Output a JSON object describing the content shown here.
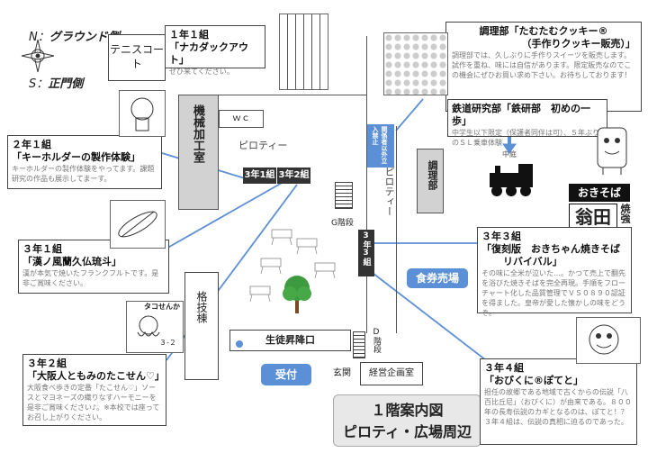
{
  "compass": {
    "north": "N：",
    "north_label": "グラウンド側",
    "south": "S：",
    "south_label": "正門側"
  },
  "areas": {
    "tennis": "テニスコート",
    "machine": "機械加工室",
    "wc": "ｗｃ",
    "piloti_h": "ピロティー",
    "piloti_v": "ピロティー",
    "class_3_1": "3年1組",
    "class_3_2": "3年2組",
    "class_3_3": "3年3組",
    "staff_only": "関係者以外立入禁止",
    "cooking": "調理部",
    "g_stairs": "G階段",
    "kakugi": "格技棟",
    "student_door": "生徒昇降口",
    "d_stairs": "D階段",
    "entrance": "玄関",
    "office": "経営企画室",
    "courtyard": "中庭"
  },
  "buttons": {
    "ticket": "食券売場",
    "reception": "受付"
  },
  "legend": {
    "line1": "１階案内図",
    "line2": "ピロティ・広場周辺"
  },
  "callouts": {
    "c1_1": {
      "grade": "１年１組",
      "name": "「ナカダックアウト」",
      "desc": "ぜひ来てください。"
    },
    "c2_1": {
      "grade": "２年１組",
      "name": "「キーホルダーの製作体験」",
      "desc": "キーホルダーの製作体験をやってます。課題研究の作品も展示してまーす。"
    },
    "c3_1": {
      "grade": "３年１組",
      "name": "「漢ノ風蘭久仏琉斗」",
      "desc": "漢が本気で焼いたフランクフルトです。是非ご賞味ください。"
    },
    "c3_2": {
      "grade": "３年２組",
      "name": "「大阪人ともみのたこせん♡」",
      "desc": "大阪食べ歩きの定番「たこせん♡」ソースとマヨネーズの織りなすハーモニーを是非ご賞味ください♪。※本校では座ってお召し上がりください。"
    },
    "cook": {
      "name": "調理部「たむたむクッキー®",
      "sub": "（手作りクッキー販売）」",
      "desc": "調理部では、久しぶりに手作りスイーツを販売します。試作を重ね、味には自信があります。限定販売なのでこの機会にぜひお買い求め下さい。お待ちしております！"
    },
    "rail": {
      "club": "鉄道研究部「鉄研部　初めの一歩」",
      "desc": "中学生以下限定（保護者同伴は可）、５年ぶりのＳＬ乗車体験"
    },
    "c3_3": {
      "grade": "３年３組",
      "name": "「復刻版　おきちゃん焼きそば",
      "name2": "リバイバル」",
      "desc": "その味に全米が泣いた…。かつて売上で翻先を浴びた焼きそばを完全再現。手順をフローチャート化した品質管理でＶＳ０８９０認証を得ました。皇帝が愛した懐かしの味をどうぞ。"
    },
    "c3_4": {
      "grade": "３年４組",
      "name": "「おびくに®ぽてと」",
      "desc": "担任の故郷である地域で古くからの伝説「八百比丘尼」（おびくに）が由来である。８００年の長寿伝説のカギとなるのは、ぽてと！？３年４組は、伝説の真相に迫るのであった。"
    }
  },
  "illustrations": {
    "okisoba_top": "おきそば",
    "okisoba_bottom": "翁田",
    "okisoba_side": "焼強",
    "tako_sign": "タコせんか",
    "tako_tag": "３-２"
  }
}
